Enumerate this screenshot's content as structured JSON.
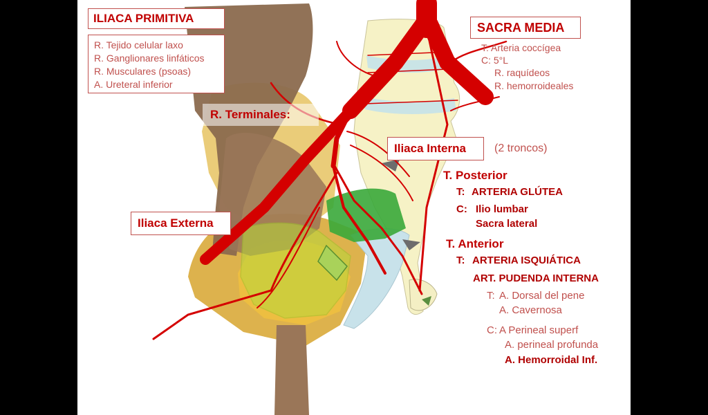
{
  "iliaca_primitiva": {
    "title": "ILIACA  PRIMITIVA",
    "items": [
      "R. Tejido celular laxo",
      "R. Ganglionares linfáticos",
      "R. Musculares (psoas)",
      "A. Ureteral inferior"
    ]
  },
  "sacra_media": {
    "title": "SACRA MEDIA",
    "terminal": "T: Arteria coccígea",
    "collateral": "C: 5°L",
    "branches": [
      "R. raquídeos",
      "R. hemorroideales"
    ]
  },
  "terminales_label": "R. Terminales:",
  "iliaca_interna": {
    "title": "Iliaca Interna",
    "note": "(2 troncos)"
  },
  "iliaca_externa": {
    "title": "Iliaca Externa"
  },
  "tronco_posterior": {
    "heading": "T. Posterior",
    "terminal_prefix": "T:",
    "terminal": "ARTERIA GLÚTEA",
    "collateral_prefix": "C:",
    "collaterals": [
      "Ilio lumbar",
      "Sacra lateral"
    ]
  },
  "tronco_anterior": {
    "heading": "T. Anterior",
    "terminal_prefix": "T:",
    "terminals": [
      "ARTERIA ISQUIÁTICA",
      "ART. PUDENDA INTERNA"
    ],
    "pudenda_terminal_prefix": "T:",
    "pudenda_terminals": [
      "A. Dorsal del pene",
      "A. Cavernosa"
    ],
    "pudenda_collateral_prefix": "C:",
    "pudenda_collaterals": [
      "A Perineal superf",
      "A. perineal profunda",
      "A. Hemorroidal  Inf."
    ]
  },
  "colors": {
    "artery": "#d40000",
    "muscle_brown": "#8b6a4e",
    "bone_yellow": "#e8c76a",
    "vertebra_cream": "#f6f2c6",
    "piriform_green": "#3aa83a",
    "text_red": "#c00000",
    "box_border": "#c0504d"
  }
}
